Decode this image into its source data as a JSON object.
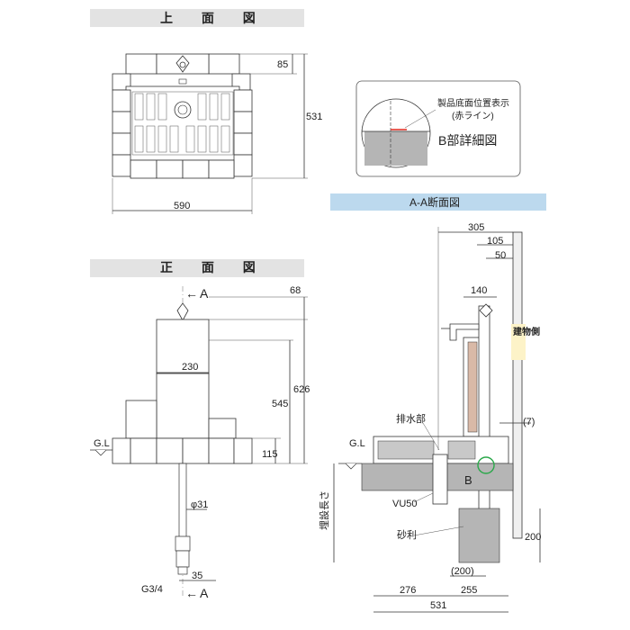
{
  "top_view": {
    "title": "上 面 図",
    "dims": {
      "depth_top": "85",
      "depth_total": "531",
      "width": "590"
    }
  },
  "front_view": {
    "title": "正 面 図",
    "section_marker": "A",
    "dims": {
      "top": "68",
      "width": "230",
      "h_545": "545",
      "h_626": "626",
      "h_115": "115",
      "pipe_dia": "φ31",
      "thread": "G3/4",
      "w_35": "35"
    },
    "gl": "G.L"
  },
  "detail_b": {
    "label_1": "製品底面位置表示",
    "label_2": "(赤ライン)",
    "title": "B部詳細図",
    "accent": "#2aa84a",
    "red": "#e0281e"
  },
  "section_aa": {
    "title": "A-A断面図",
    "bar_color": "#bcd9ee",
    "dims": {
      "d305": "305",
      "d105": "105",
      "d50": "50",
      "d140": "140",
      "d7": "(7)",
      "d200v": "200",
      "d200": "(200)",
      "d276": "276",
      "d255": "255",
      "d531": "531"
    },
    "labels": {
      "building": "建物側",
      "drain": "排水部",
      "vu50": "VU50",
      "gravel": "砂利",
      "burial": "埋設長さ",
      "gl": "G.L",
      "b": "B"
    }
  }
}
